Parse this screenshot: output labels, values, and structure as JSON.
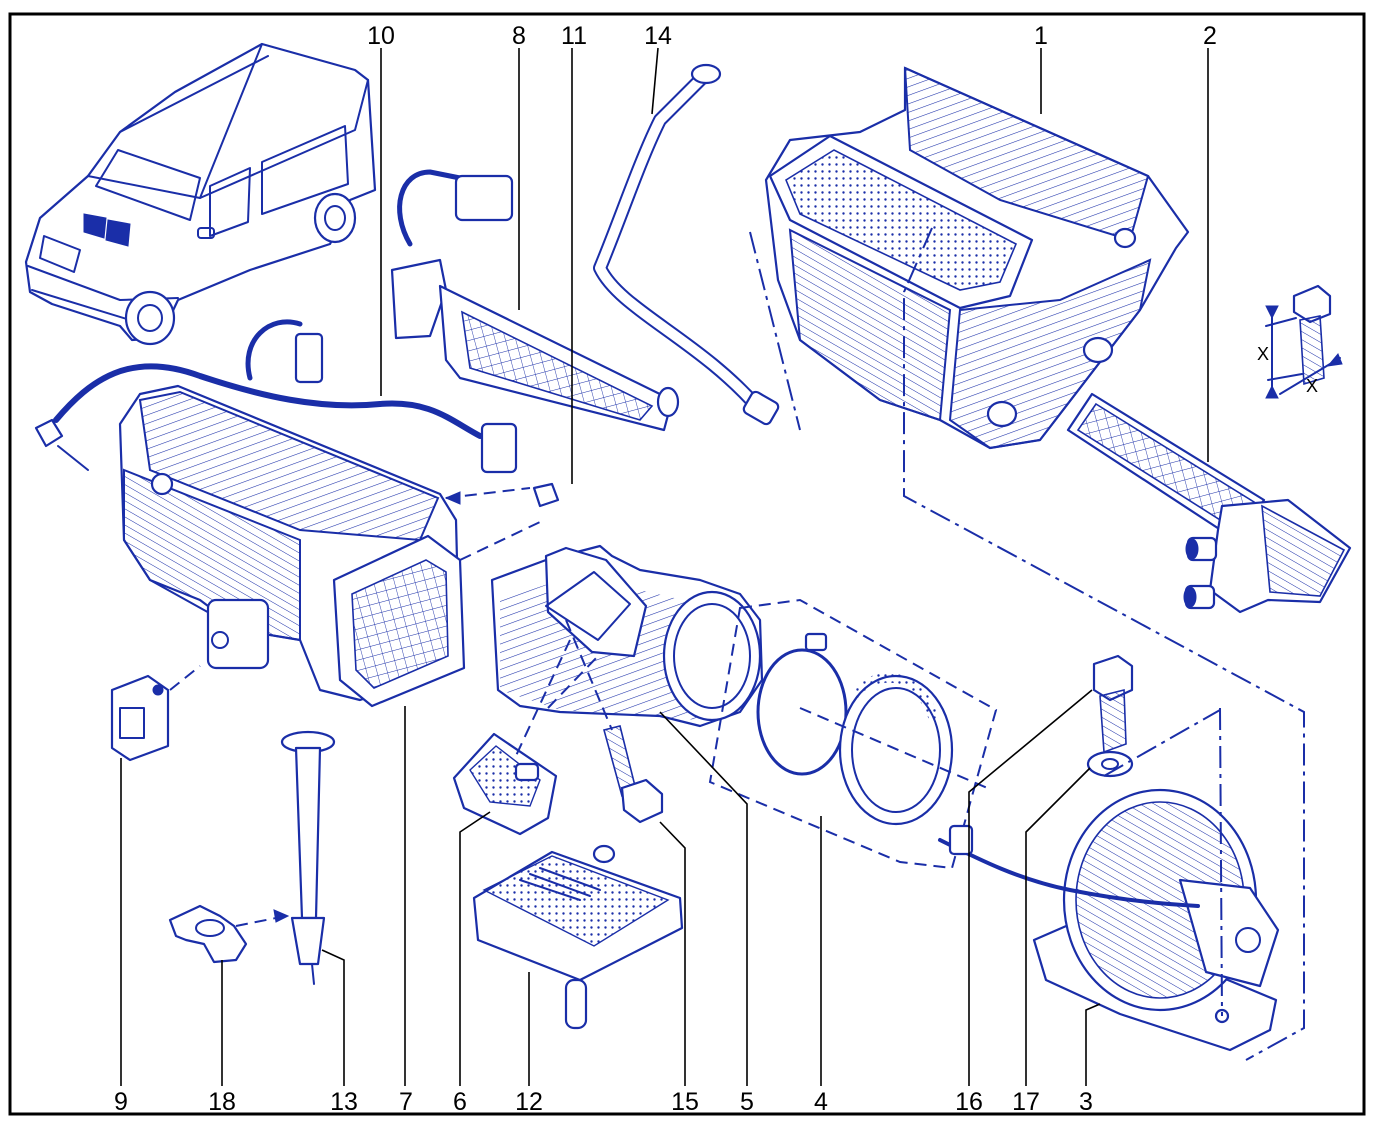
{
  "callouts": [
    "1",
    "2",
    "3",
    "4",
    "5",
    "6",
    "7",
    "8",
    "9",
    "10",
    "11",
    "12",
    "13",
    "14",
    "15",
    "16",
    "17",
    "18"
  ],
  "dimension_labels": [
    "X",
    "X"
  ],
  "colors": {
    "ink": "#1a2ea8",
    "labels": "#000000",
    "border": "#000000",
    "background": "#ffffff"
  }
}
